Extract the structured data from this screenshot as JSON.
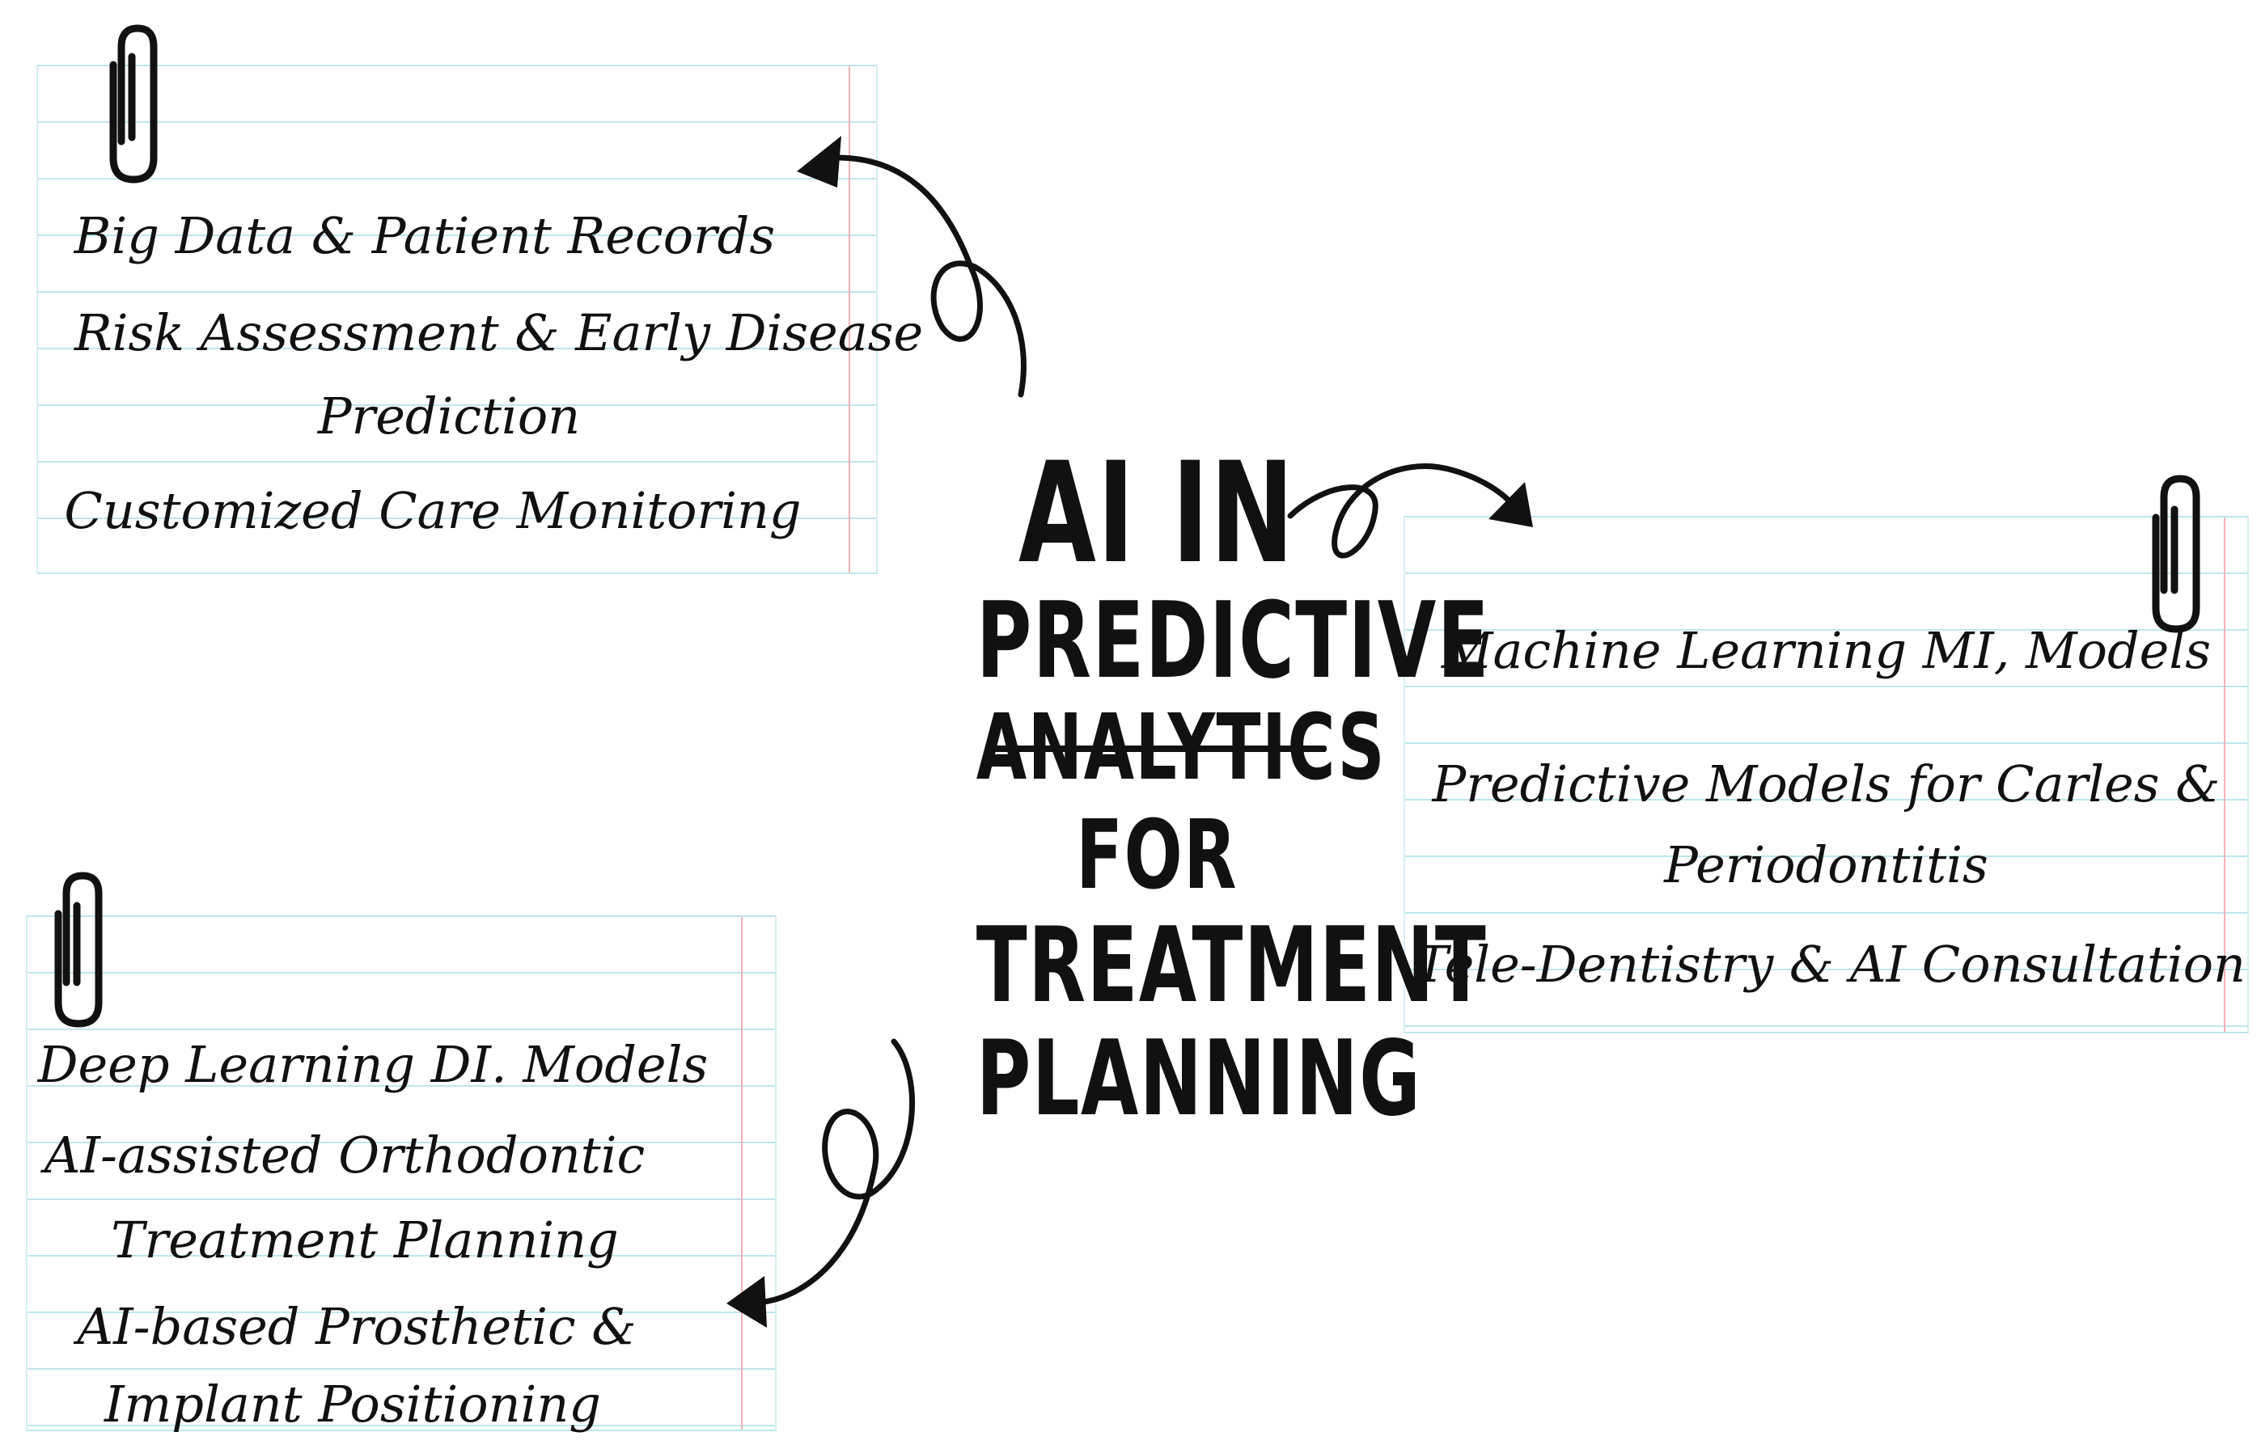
{
  "title": {
    "line1": "AI IN",
    "line2": "PREDICTIVE",
    "line3": "ANALYTICS",
    "line4": "FOR",
    "line5": "TREATMENT",
    "line6": "PLANNING"
  },
  "notes": {
    "top_left": {
      "items": [
        "Big Data & Patient Records",
        "Risk Assessment & Early Disease",
        "Prediction",
        "Customized Care Monitoring"
      ]
    },
    "right": {
      "items": [
        "Machine Learning MI, Models",
        "Predictive Models for Carles &",
        "Periodontitis",
        "Tele-Dentistry & AI Consultation"
      ]
    },
    "bottom_left": {
      "items": [
        "Deep Learning DI. Models",
        "AI-assisted Orthodontic",
        "Treatment Planning",
        "AI-based Prosthetic &",
        "Implant Positioning"
      ]
    }
  },
  "icons": [
    "paperclip-icon",
    "curly-arrow-icon"
  ],
  "colors": {
    "ink": "#111111",
    "rule_line": "#bfe6ec",
    "margin_line": "#f2b3b3"
  }
}
